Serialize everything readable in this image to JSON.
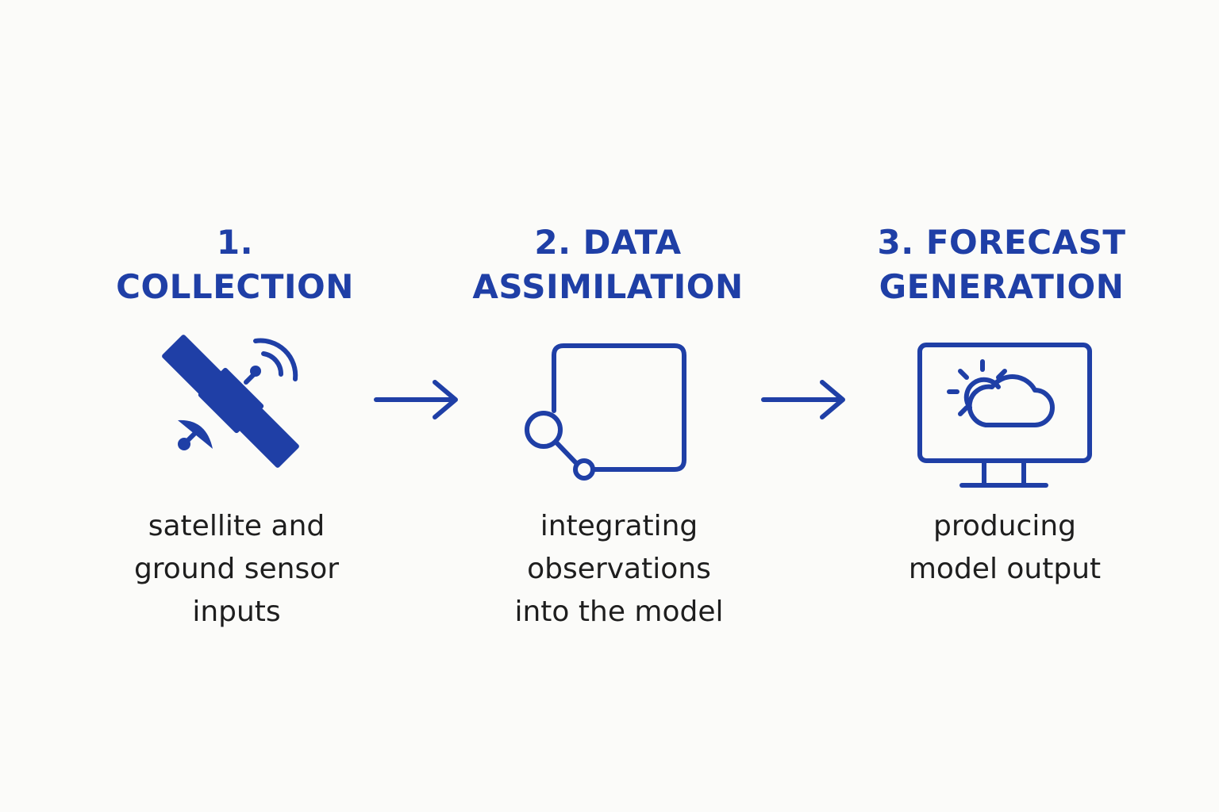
{
  "colors": {
    "accent": "#1f3fa6",
    "text": "#1e1e1e",
    "background": "#fbfbf9"
  },
  "steps": [
    {
      "title": "1.\nCOLLECTION",
      "description": "satellite and\nground sensor\ninputs",
      "icon": "satellite-icon"
    },
    {
      "title": "2. DATA\nASSIMILATION",
      "description": "integrating\nobservations\ninto the model",
      "icon": "node-square-icon"
    },
    {
      "title": "3. FORECAST\nGENERATION",
      "description": "producing\nmodel output",
      "icon": "monitor-weather-icon"
    }
  ],
  "connectors": [
    "arrow-right-icon",
    "arrow-right-icon"
  ]
}
